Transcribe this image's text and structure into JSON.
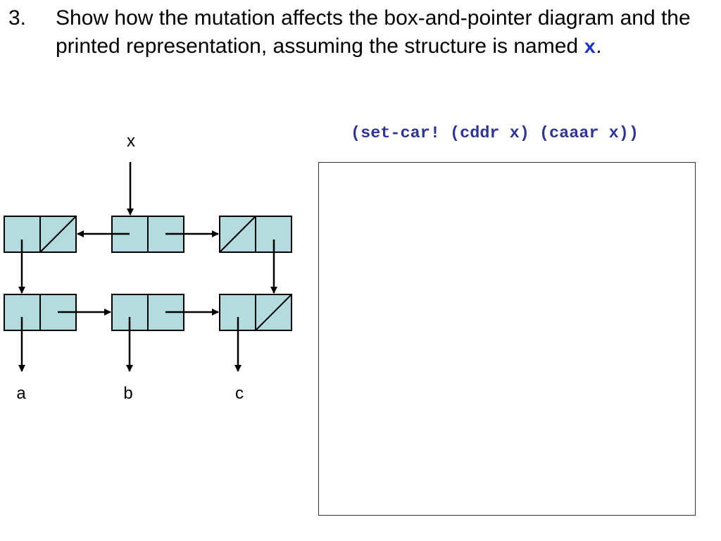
{
  "question": {
    "number": "3.",
    "text_before": "Show how the mutation affects the box-and-pointer diagram and the printed representation, assuming the structure is named ",
    "variable": "x",
    "text_after": "."
  },
  "expression": "(set-car! (cddr x) (caaar x))",
  "diagram": {
    "pointer_label": "x",
    "atoms": [
      "a",
      "b",
      "c"
    ],
    "cell_color": "#b4dcdf"
  }
}
